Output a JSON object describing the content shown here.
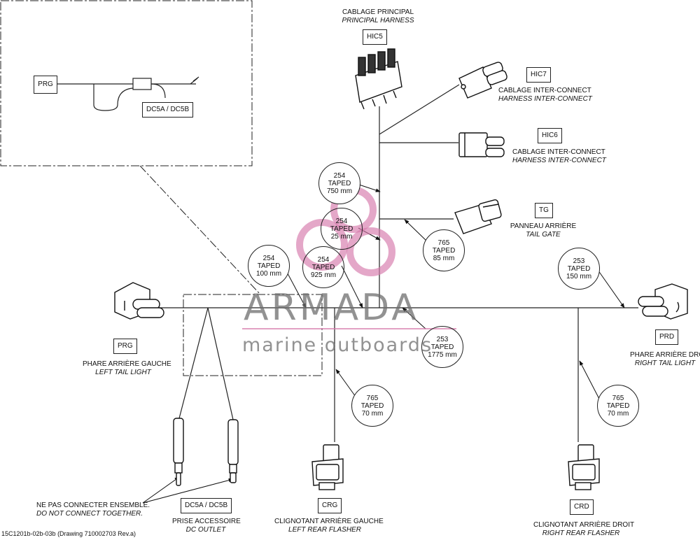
{
  "inset": {
    "label": "PRG",
    "outlet": "DC5A / DC5B"
  },
  "hic5": {
    "code": "HIC5",
    "fr": "CABLAGE PRINCIPAL",
    "en": "PRINCIPAL HARNESS"
  },
  "hic7": {
    "code": "HIC7",
    "fr": "CABLAGE INTER-CONNECT",
    "en": "HARNESS INTER-CONNECT"
  },
  "hic6": {
    "code": "HIC6",
    "fr": "CABLAGE INTER-CONNECT",
    "en": "HARNESS INTER-CONNECT"
  },
  "tg": {
    "code": "TG",
    "fr": "PANNEAU ARRIÈRE",
    "en": "TAIL GATE"
  },
  "prg": {
    "code": "PRG",
    "fr": "PHARE ARRIÈRE GAUCHE",
    "en": "LEFT TAIL LIGHT"
  },
  "prd": {
    "code": "PRD",
    "fr": "PHARE ARRIÈRE DROIT",
    "en": "RIGHT TAIL LIGHT"
  },
  "crg": {
    "code": "CRG",
    "fr": "CLIGNOTANT ARRIÈRE GAUCHE",
    "en": "LEFT REAR FLASHER"
  },
  "crd": {
    "code": "CRD",
    "fr": "CLIGNOTANT ARRIÈRE DROIT",
    "en": "RIGHT REAR FLASHER"
  },
  "dc": {
    "code": "DC5A / DC5B",
    "fr": "PRISE ACCESSOIRE",
    "en": "DC OUTLET"
  },
  "note": {
    "fr": "NE PAS CONNECTER ENSEMBLE.",
    "en": "DO NOT CONNECT TOGETHER."
  },
  "callouts": {
    "c1": {
      "num": "254",
      "type": "TAPED",
      "len": "750 mm"
    },
    "c2": {
      "num": "254",
      "type": "TAPED",
      "len": "25 mm"
    },
    "c3": {
      "num": "765",
      "type": "TAPED",
      "len": "85 mm"
    },
    "c4": {
      "num": "254",
      "type": "TAPED",
      "len": "100 mm"
    },
    "c5": {
      "num": "254",
      "type": "TAPED",
      "len": "925 mm"
    },
    "c6": {
      "num": "253",
      "type": "TAPED",
      "len": "150 mm"
    },
    "c7": {
      "num": "253",
      "type": "TAPED",
      "len": "1775 mm"
    },
    "c8": {
      "num": "765",
      "type": "TAPED",
      "len": "70 mm"
    },
    "c9": {
      "num": "765",
      "type": "TAPED",
      "len": "70 mm"
    }
  },
  "watermark": {
    "brand": "ARMADA",
    "tagline": "marine outboards"
  },
  "drawing_code": "15C1201b-02b-03b (Drawing 710002703 Rev.a)"
}
